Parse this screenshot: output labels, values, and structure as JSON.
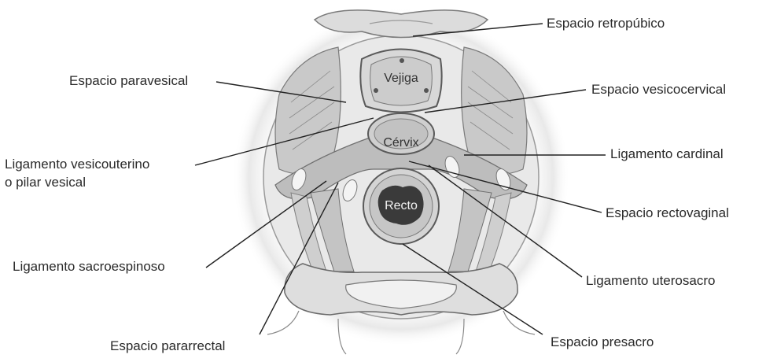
{
  "organs": {
    "vejiga": "Vejiga",
    "cervix": "Cérvix",
    "recto": "Recto"
  },
  "labels": {
    "espacio_retropubico": "Espacio retropúbico",
    "espacio_paravesical": "Espacio paravesical",
    "espacio_vesicocervical": "Espacio vesicocervical",
    "ligamento_vesicouterino_1": "Ligamento vesicouterino",
    "ligamento_vesicouterino_2": "o pilar vesical",
    "ligamento_cardinal": "Ligamento cardinal",
    "espacio_rectovaginal": "Espacio rectovaginal",
    "ligamento_sacroespinoso": "Ligamento sacroespinoso",
    "ligamento_uterosacro": "Ligamento uterosacro",
    "espacio_pararrectal": "Espacio pararrectal",
    "espacio_presacro": "Espacio presacro"
  },
  "colors": {
    "tissue": "#d9d9d9",
    "ligament": "#bdbdbd",
    "outline": "#6a6a6a",
    "rectum_lumen": "#3a3a3a"
  }
}
